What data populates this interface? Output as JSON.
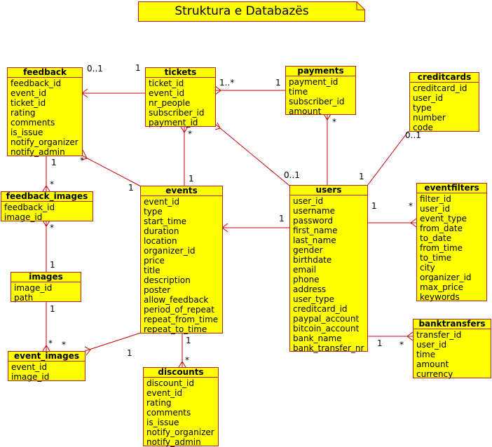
{
  "title": "Struktura e Databazës",
  "entities": {
    "feedback": {
      "name": "feedback",
      "attrs": [
        "feedback_id",
        "event_id",
        "ticket_id",
        "rating",
        "comments",
        "is_issue",
        "notify_organizer",
        "notify_admin"
      ]
    },
    "tickets": {
      "name": "tickets",
      "attrs": [
        "ticket_id",
        "event_id",
        "nr_people",
        "subscriber_id",
        "payment_id"
      ]
    },
    "payments": {
      "name": "payments",
      "attrs": [
        "payment_id",
        "time",
        "subscriber_id",
        "amount"
      ]
    },
    "creditcards": {
      "name": "creditcards",
      "attrs": [
        "creditcard_id",
        "user_id",
        "type",
        "number",
        "code"
      ]
    },
    "feedback_images": {
      "name": "feedback_images",
      "attrs": [
        "feedback_id",
        "image_id"
      ]
    },
    "events": {
      "name": "events",
      "attrs": [
        "event_id",
        "type",
        "start_time",
        "duration",
        "location",
        "organizer_id",
        "price",
        "title",
        "description",
        "poster",
        "allow_feedback",
        "period_of_repeat",
        "repeat_from_time",
        "repeat_to_time"
      ]
    },
    "users": {
      "name": "users",
      "attrs": [
        "user_id",
        "username",
        "password",
        "first_name",
        "last_name",
        "gender",
        "birthdate",
        "email",
        "phone",
        "address",
        "user_type",
        "creditcard_id",
        "paypal_account",
        "bitcoin_account",
        "bank_name",
        "bank_transfer_nr"
      ]
    },
    "eventfilters": {
      "name": "eventfilters",
      "attrs": [
        "filter_id",
        "user_id",
        "event_type",
        "from_date",
        "to_date",
        "from_time",
        "to_time",
        "city",
        "organizer_id",
        "max_price",
        "keywords"
      ]
    },
    "images": {
      "name": "images",
      "attrs": [
        "image_id",
        "path"
      ]
    },
    "event_images": {
      "name": "event_images",
      "attrs": [
        "event_id",
        "image_id"
      ]
    },
    "banktransfers": {
      "name": "banktransfers",
      "attrs": [
        "transfer_id",
        "user_id",
        "time",
        "amount",
        "currency"
      ]
    },
    "discounts": {
      "name": "discounts",
      "attrs": [
        "discount_id",
        "event_id",
        "rating",
        "comments",
        "is_issue",
        "notify_organizer",
        "notify_admin"
      ]
    }
  },
  "multiplicities": [
    {
      "id": "m1",
      "text": "0..1"
    },
    {
      "id": "m2",
      "text": "1"
    },
    {
      "id": "m3",
      "text": "1..*"
    },
    {
      "id": "m4",
      "text": "1"
    },
    {
      "id": "m5",
      "text": "*"
    },
    {
      "id": "m6",
      "text": "*"
    },
    {
      "id": "m7",
      "text": "0..1"
    },
    {
      "id": "m8",
      "text": "*"
    },
    {
      "id": "m9",
      "text": "1"
    },
    {
      "id": "m10",
      "text": "0..1"
    },
    {
      "id": "m11",
      "text": "1"
    },
    {
      "id": "m12",
      "text": "1"
    },
    {
      "id": "m13",
      "text": "*"
    },
    {
      "id": "m14",
      "text": "1"
    },
    {
      "id": "m15",
      "text": "*"
    },
    {
      "id": "m16",
      "text": "1"
    },
    {
      "id": "m17",
      "text": "*"
    },
    {
      "id": "m18",
      "text": "1"
    },
    {
      "id": "m19",
      "text": "1"
    },
    {
      "id": "m20",
      "text": "*"
    },
    {
      "id": "m21",
      "text": "*"
    },
    {
      "id": "m22",
      "text": "1"
    },
    {
      "id": "m23",
      "text": "1"
    },
    {
      "id": "m24",
      "text": "*"
    },
    {
      "id": "m25",
      "text": "1"
    },
    {
      "id": "m26",
      "text": "*"
    }
  ]
}
